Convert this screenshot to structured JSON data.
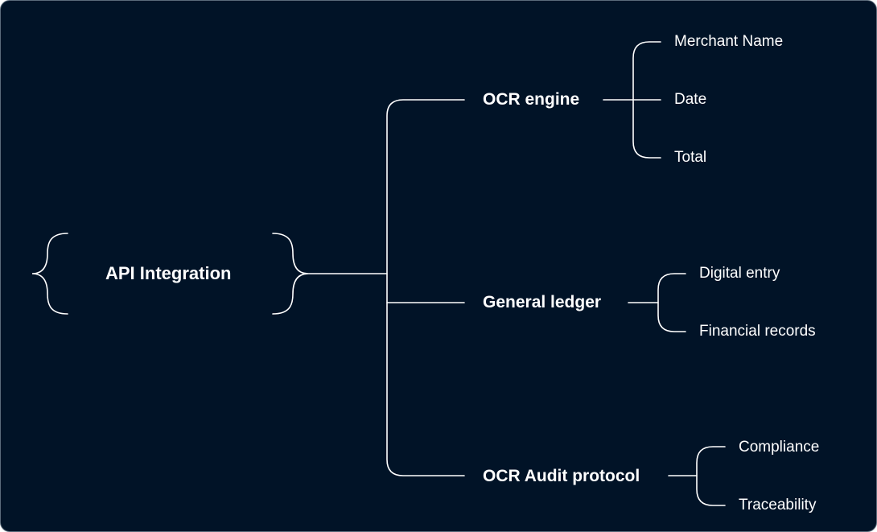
{
  "diagram": {
    "type": "mind-map",
    "background_color": "#011327",
    "line_color": "#ffffff",
    "text_color": "#ffffff",
    "root": {
      "label": "API Integration",
      "icon": "curly-brace-enclosure"
    },
    "branches": [
      {
        "label": "OCR engine",
        "children": [
          "Merchant Name",
          "Date",
          "Total"
        ]
      },
      {
        "label": "General ledger",
        "children": [
          "Digital entry",
          "Financial records"
        ]
      },
      {
        "label": "OCR Audit protocol",
        "children": [
          "Compliance",
          "Traceability"
        ]
      }
    ]
  }
}
